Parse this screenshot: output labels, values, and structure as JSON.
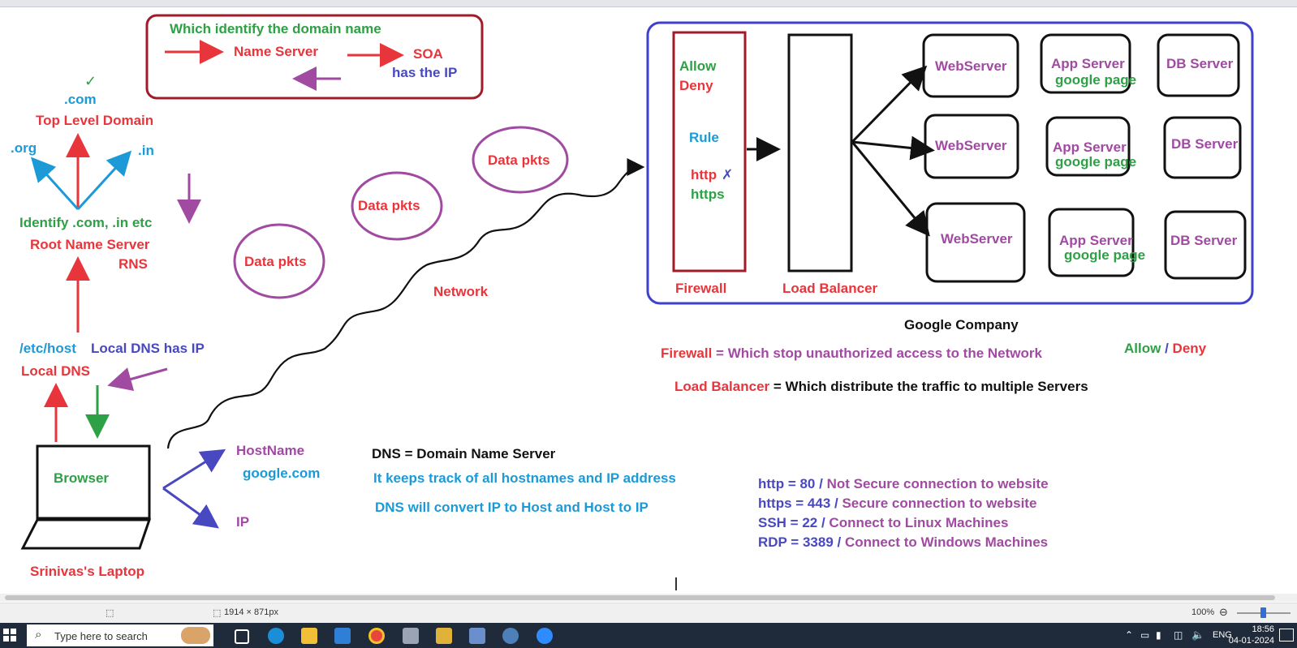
{
  "diagram": {
    "soa_box": {
      "title": "Which identify the domain name",
      "name_server": "Name Server",
      "soa": "SOA",
      "has_ip": "has the IP"
    },
    "tld": {
      "checkmark": "✓",
      "com": ".com",
      "label": "Top Level Domain",
      "org": ".org",
      "in": ".in"
    },
    "root": {
      "identify": "Identify .com, .in  etc",
      "label": "Root Name Server",
      "rns": "RNS"
    },
    "local": {
      "etc_host": "/etc/host",
      "has_ip": "Local DNS has IP",
      "label": "Local DNS"
    },
    "laptop": {
      "browser": "Browser",
      "caption": "Srinivas's Laptop"
    },
    "resolve": {
      "hostname": "HostName",
      "google": "google.com",
      "ip": "IP"
    },
    "packets": [
      "Data pkts",
      "Data pkts",
      "Data pkts"
    ],
    "network": "Network",
    "dns": {
      "definition": "DNS = Domain Name Server",
      "tracks": "It keeps track of all hostnames and IP address",
      "converts": "DNS will convert IP to Host and Host to IP"
    },
    "google_company": {
      "firewall_allow": "Allow",
      "firewall_deny": "Deny",
      "rule": "Rule",
      "http": "http",
      "http_cross": "✗",
      "https": "https",
      "firewall_label": "Firewall",
      "lb_label": "Load Balancer",
      "web_servers": [
        "WebServer",
        "WebServer",
        "WebServer"
      ],
      "app_servers": [
        "App Server",
        "App Server",
        "App Server"
      ],
      "app_notes": [
        "google page",
        "google page",
        "google page"
      ],
      "db_servers": [
        "DB Server",
        "DB Server",
        "DB Server"
      ],
      "caption": "Google Company"
    },
    "definitions": {
      "firewall_term": "Firewall",
      "firewall_text": "= Which stop unauthorized access to the Network",
      "allow": "Allow",
      "slash": "/",
      "deny": "Deny",
      "lb_term": "Load Balancer",
      "lb_text": "= Which distribute the traffic to multiple Servers"
    },
    "ports": [
      {
        "proto": "http = 80 /",
        "desc": "Not Secure connection to website"
      },
      {
        "proto": "https = 443 /",
        "desc": "Secure connection to website"
      },
      {
        "proto": "SSH = 22 /",
        "desc": "Connect to Linux Machines"
      },
      {
        "proto": "RDP = 3389 /",
        "desc": "Connect to Windows Machines"
      }
    ]
  },
  "statusbar": {
    "dimensions": "1914 × 871px",
    "zoom": "100%"
  },
  "taskbar": {
    "search_placeholder": "Type here to search",
    "language": "ENG",
    "time": "18:56",
    "date": "04-01-2024"
  },
  "icons": [
    "windows-start-icon",
    "search-icon",
    "task-view-icon",
    "edge-icon",
    "file-explorer-icon",
    "store-icon",
    "chrome-icon",
    "paint-icon",
    "network-icon",
    "postgres-icon",
    "zoom-icon",
    "notification-icon"
  ]
}
